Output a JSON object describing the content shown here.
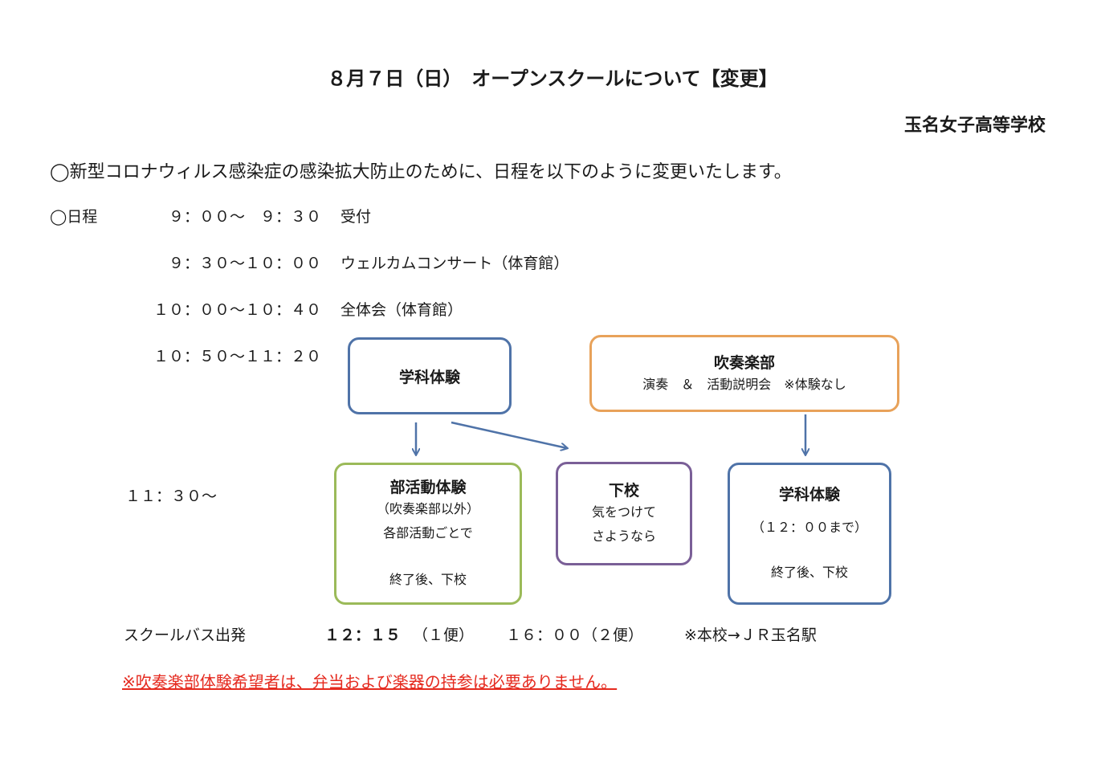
{
  "title": "８月７日（日）　オープンスクールについて【変更】",
  "school": "玉名女子高等学校",
  "intro": "◯新型コロナウィルス感染症の感染拡大防止のために、日程を以下のように変更いたします。",
  "schedule": {
    "label": "◯日程",
    "rows": [
      {
        "time": "９：００～　９：３０",
        "event": "受付"
      },
      {
        "time": "９：３０～１０：００",
        "event": "ウェルカムコンサート（体育館）"
      },
      {
        "time": "１０：００～１０：４０",
        "event": "全体会（体育館）"
      },
      {
        "time": "１０：５０～１１：２０"
      },
      {
        "time": "１１：３０～"
      }
    ]
  },
  "boxes": {
    "gakka1": {
      "title": "学科体験"
    },
    "suisou": {
      "title": "吹奏楽部",
      "text": "演奏　＆　活動説明会　※体験なし"
    },
    "bukatsu": {
      "title": "部活動体験",
      "line1": "（吹奏楽部以外）",
      "line2": "各部活動ごとで",
      "line3": "終了後、下校"
    },
    "gekou": {
      "title": "下校",
      "line1": "気をつけて",
      "line2": "さようなら"
    },
    "gakka2": {
      "title": "学科体験",
      "line1": "（１２：００まで）",
      "line2": "終了後、下校"
    }
  },
  "bus": {
    "label": "スクールバス出発",
    "first_time": "１２：１５",
    "first_note": "（１便）",
    "second": "１６：００（２便）",
    "route": "※本校→ＪＲ玉名駅"
  },
  "note": "※吹奏楽部体験希望者は、弁当および楽器の持参は必要ありません。",
  "colors": {
    "blue": "#4f73a8",
    "orange": "#e8a25a",
    "green": "#9bba59",
    "purple": "#7a5f97",
    "red_note": "#e52a1f"
  }
}
